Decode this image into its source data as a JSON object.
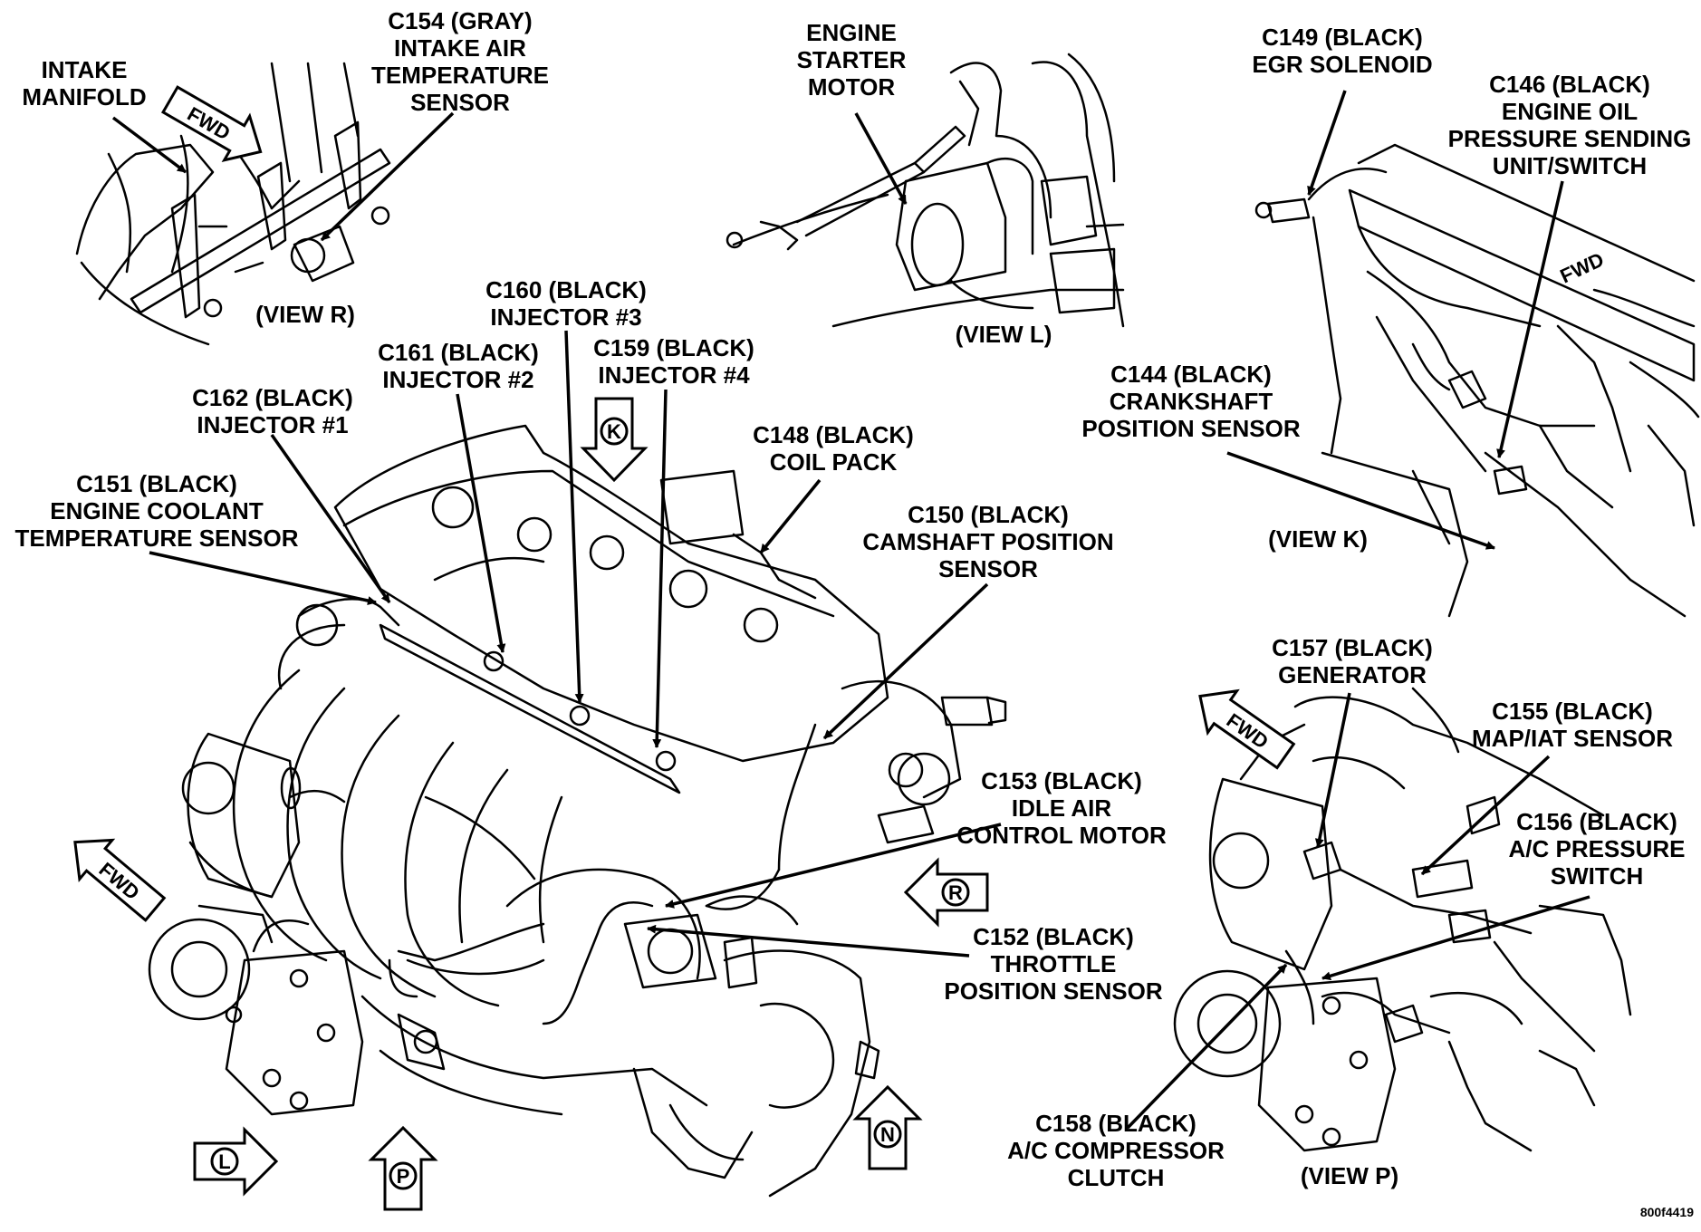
{
  "callouts": {
    "intake_manifold": [
      "INTAKE",
      "MANIFOLD"
    ],
    "c154": [
      "C154 (GRAY)",
      "INTAKE AIR",
      "TEMPERATURE",
      "SENSOR"
    ],
    "starter": [
      "ENGINE",
      "STARTER",
      "MOTOR"
    ],
    "c149": [
      "C149 (BLACK)",
      "EGR SOLENOID"
    ],
    "c146": [
      "C146 (BLACK)",
      "ENGINE OIL",
      "PRESSURE SENDING",
      "UNIT/SWITCH"
    ],
    "c160": [
      "C160 (BLACK)",
      "INJECTOR #3"
    ],
    "c161": [
      "C161 (BLACK)",
      "INJECTOR #2"
    ],
    "c159": [
      "C159 (BLACK)",
      "INJECTOR #4"
    ],
    "c162": [
      "C162 (BLACK)",
      "INJECTOR #1"
    ],
    "c144": [
      "C144 (BLACK)",
      "CRANKSHAFT",
      "POSITION SENSOR"
    ],
    "c148": [
      "C148 (BLACK)",
      "COIL PACK"
    ],
    "c151": [
      "C151 (BLACK)",
      "ENGINE COOLANT",
      "TEMPERATURE SENSOR"
    ],
    "c150": [
      "C150 (BLACK)",
      "CAMSHAFT POSITION",
      "SENSOR"
    ],
    "c157": [
      "C157 (BLACK)",
      "GENERATOR"
    ],
    "c155": [
      "C155 (BLACK)",
      "MAP/IAT SENSOR"
    ],
    "c153": [
      "C153 (BLACK)",
      "IDLE AIR",
      "CONTROL MOTOR"
    ],
    "c156": [
      "C156 (BLACK)",
      "A/C PRESSURE",
      "SWITCH"
    ],
    "c152": [
      "C152 (BLACK)",
      "THROTTLE",
      "POSITION SENSOR"
    ],
    "c158": [
      "C158 (BLACK)",
      "A/C COMPRESSOR",
      "CLUTCH"
    ]
  },
  "views": {
    "r": "(VIEW R)",
    "l": "(VIEW L)",
    "k": "(VIEW K)",
    "p": "(VIEW P)"
  },
  "view_markers": {
    "k": "K",
    "r": "R",
    "l": "L",
    "p": "P",
    "n": "N"
  },
  "fwd_label": "FWD",
  "figure_number": "800f4419"
}
